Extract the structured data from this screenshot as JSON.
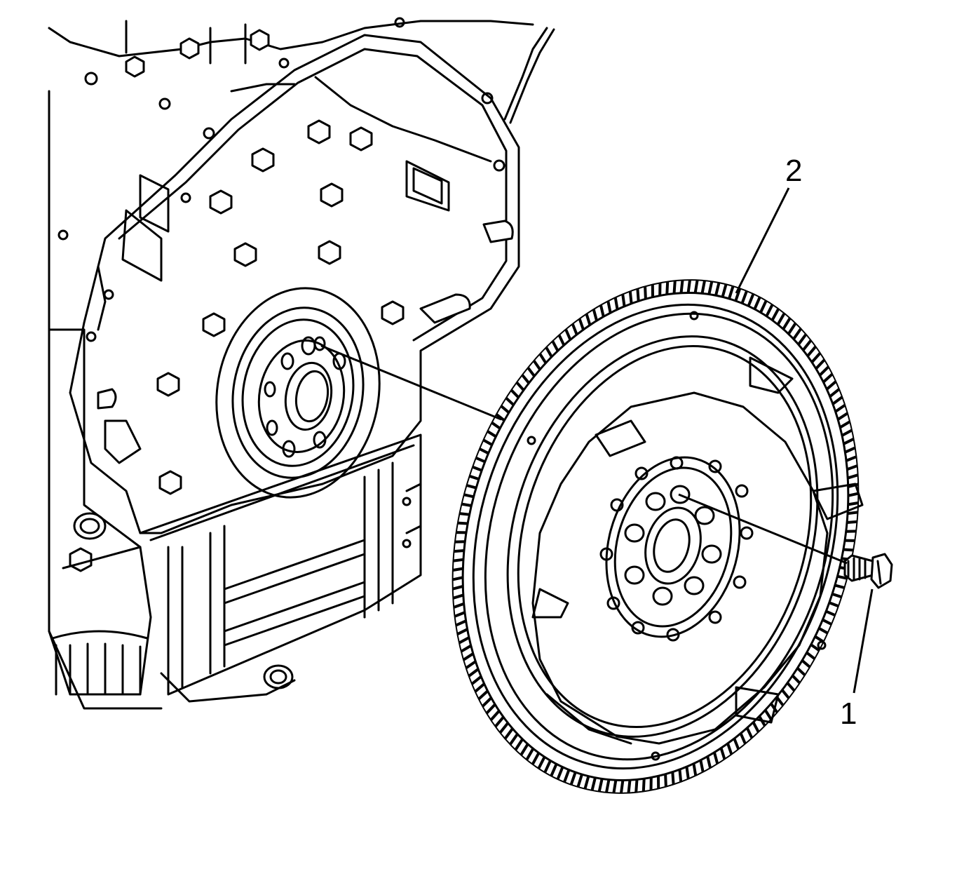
{
  "diagram": {
    "callouts": [
      {
        "id": "1",
        "label": "1"
      },
      {
        "id": "2",
        "label": "2"
      }
    ],
    "colors": {
      "ink": "#000000",
      "paper": "#ffffff"
    }
  }
}
